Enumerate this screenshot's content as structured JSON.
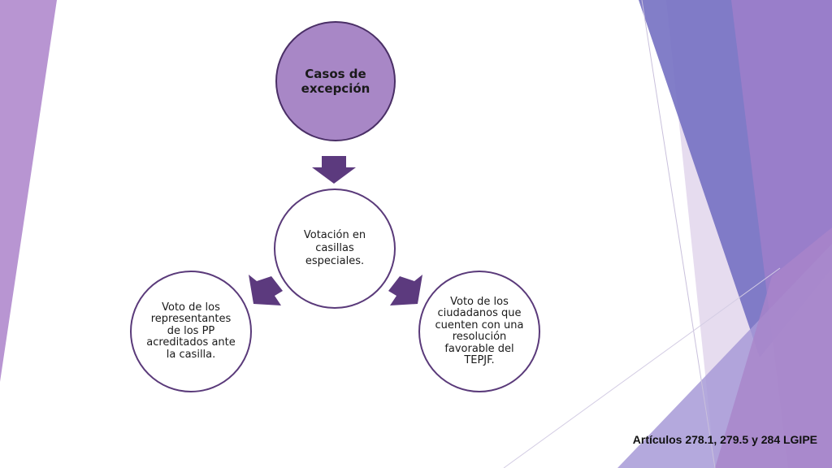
{
  "diagram": {
    "top_node": "Casos de excepción",
    "center_node": "Votación en casillas especiales.",
    "left_node": "Voto de los representantes de los PP acreditados ante la casilla.",
    "right_node": "Voto de los ciudadanos que cuenten con una resolución favorable del TEPJF."
  },
  "footer": {
    "reference": "Artículos 278.1, 279.5 y 284 LGIPE"
  },
  "colors": {
    "node_fill": "#a887c6",
    "node_border": "#5a3a7a",
    "arrow": "#5c3a7e",
    "left_band": "#b48fd0",
    "right_band_blue": "#6f6bbf",
    "right_band_purple": "#a47ccb"
  }
}
